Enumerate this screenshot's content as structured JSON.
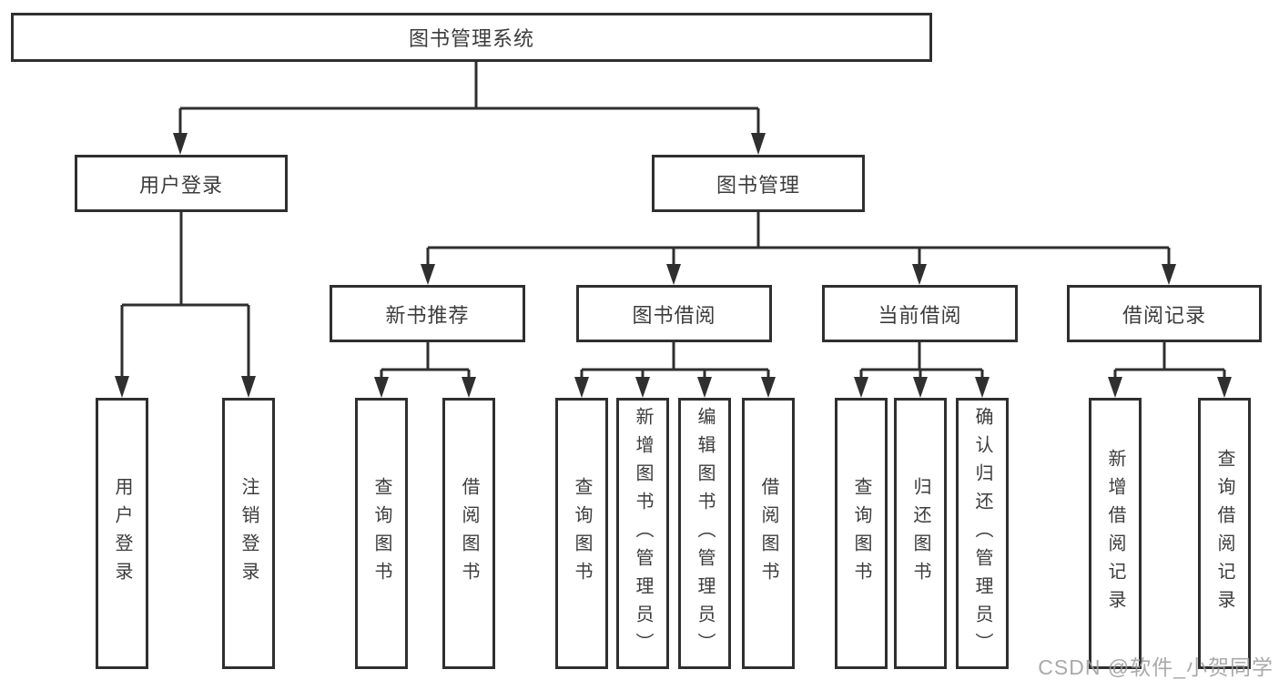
{
  "tree": {
    "label": "图书管理系统",
    "children": [
      {
        "label": "用户登录",
        "children": [
          {
            "label": "用户登录"
          },
          {
            "label": "注销登录"
          }
        ]
      },
      {
        "label": "图书管理",
        "children": [
          {
            "label": "新书推荐",
            "children": [
              {
                "label": "查询图书"
              },
              {
                "label": "借阅图书"
              }
            ]
          },
          {
            "label": "图书借阅",
            "children": [
              {
                "label": "查询图书"
              },
              {
                "label": "新增图书（管理员）"
              },
              {
                "label": "编辑图书（管理员）"
              },
              {
                "label": "借阅图书"
              }
            ]
          },
          {
            "label": "当前借阅",
            "children": [
              {
                "label": "查询图书"
              },
              {
                "label": "归还图书"
              },
              {
                "label": "确认归还（管理员）"
              }
            ]
          },
          {
            "label": "借阅记录",
            "children": [
              {
                "label": "新增借阅记录"
              },
              {
                "label": "查询借阅记录"
              }
            ]
          }
        ]
      }
    ]
  },
  "watermark": {
    "text": "CSDN @软件_小贺同学"
  },
  "colors": {
    "line": "#2f2f2f",
    "box_border": "#2f2f2f",
    "text": "#3c3c3c",
    "watermark": "#9e9e9e",
    "background": "#ffffff"
  }
}
